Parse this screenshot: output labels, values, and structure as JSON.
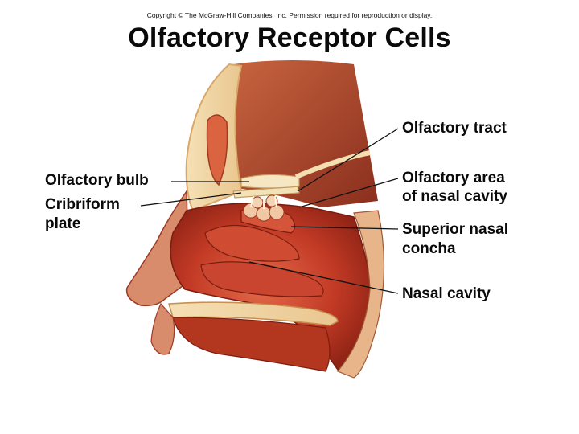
{
  "copyright": "Copyright © The McGraw-Hill Companies, Inc. Permission required for reproduction or display.",
  "title": "Olfactory Receptor Cells",
  "labels": {
    "olfactory_tract": "Olfactory tract",
    "olfactory_area_line1": "Olfactory area",
    "olfactory_area_line2": "of nasal cavity",
    "superior_concha_line1": "Superior nasal",
    "superior_concha_line2": "concha",
    "nasal_cavity": "Nasal cavity",
    "olfactory_bulb": "Olfactory bulb",
    "cribriform_line1": "Cribriform",
    "cribriform_line2": "plate"
  },
  "colors": {
    "tissue_dark": "#a8321f",
    "tissue_mid": "#c7452f",
    "tissue_light": "#e07a5c",
    "bone": "#f2d7a6",
    "brain": "#b5573a"
  }
}
